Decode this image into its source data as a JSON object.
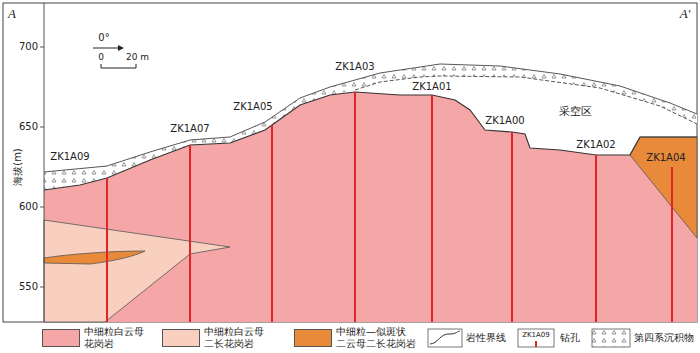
{
  "diagram": {
    "labels": [
      "A",
      "A'",
      "海拔(m)",
      "700",
      "650",
      "600",
      "550",
      "0°",
      "0",
      "20 m",
      "ZK1A09",
      "ZK1A07",
      "ZK1A05",
      "ZK1A03",
      "ZK1A01",
      "ZK1A00",
      "ZK1A02",
      "ZK1A04",
      "采空区",
      "ZK1A09"
    ],
    "legend": [
      {
        "text": "中细粒白云母 花岗岩",
        "color": "#f4a7a6"
      },
      {
        "text": "中细粒白云母 二长花岗岩",
        "color": "#f9d0bf"
      },
      {
        "text": "中细粒—似斑状 二云母二长花岗岩",
        "color": "#e98a3a"
      },
      {
        "text": "岩性界线"
      },
      {
        "text": "钻孔"
      },
      {
        "text": "第四系沉积物"
      }
    ]
  }
}
